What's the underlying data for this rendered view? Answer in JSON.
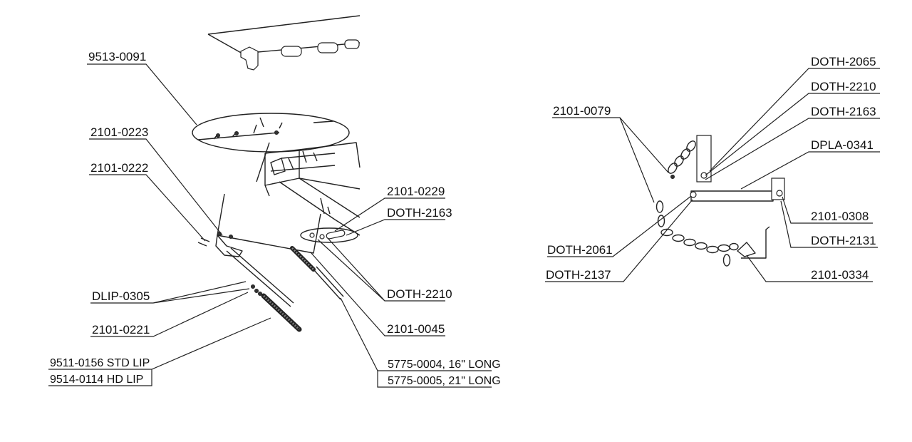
{
  "left_assembly": {
    "labels": {
      "p9513_0091": "9513-0091",
      "p2101_0223": "2101-0223",
      "p2101_0222": "2101-0222",
      "p2101_0229": "2101-0229",
      "doth_2163": "DOTH-2163",
      "dlip_0305": "DLIP-0305",
      "doth_2210": "DOTH-2210",
      "p2101_0221": "2101-0221",
      "p2101_0045": "2101-0045",
      "lip_std": "9511-0156 STD LIP",
      "lip_hd": "9514-0114 HD LIP",
      "rod_16": "5775-0004, 16\" LONG",
      "rod_21": "5775-0005, 21\" LONG"
    }
  },
  "right_assembly": {
    "labels": {
      "doth_2065": "DOTH-2065",
      "doth_2210": "DOTH-2210",
      "doth_2163": "DOTH-2163",
      "p2101_0079": "2101-0079",
      "dpla_0341": "DPLA-0341",
      "p2101_0308": "2101-0308",
      "doth_2131": "DOTH-2131",
      "doth_2061": "DOTH-2061",
      "doth_2137": "DOTH-2137",
      "p2101_0334": "2101-0334"
    }
  }
}
